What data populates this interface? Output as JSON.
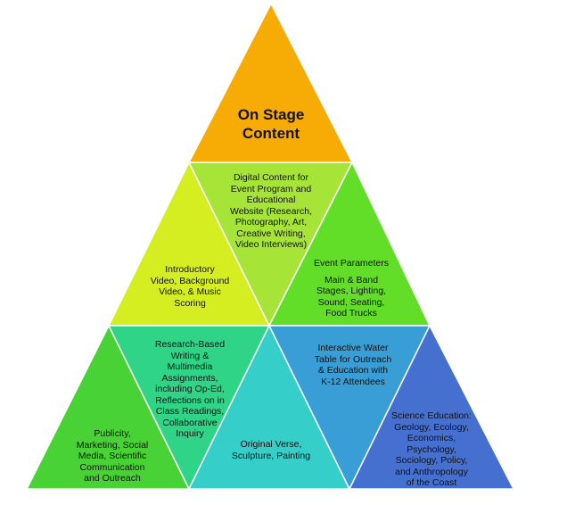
{
  "colors": {
    "top": "#f7ab05",
    "row2_left": "#d5ee22",
    "row2_mid": "#a6e537",
    "row2_right": "#62de28",
    "row3_1": "#49d235",
    "row3_2": "#2fd486",
    "row3_3": "#35cec8",
    "row3_4": "#3a9ed6",
    "row3_5": "#4670d0",
    "stroke": "#ffffff"
  },
  "segments": {
    "top": {
      "lines": [
        "On Stage",
        "Content"
      ]
    },
    "digital_content": {
      "lines": [
        "Digital Content for",
        "Event Program and",
        "Educational",
        "Website (Research,",
        "Photography, Art,",
        "Creative Writing,",
        "Video Interviews)"
      ]
    },
    "intro_video": {
      "lines": [
        "Introductory",
        "Video, Background",
        "Video, & Music",
        "Scoring"
      ]
    },
    "event_parameters": {
      "lines": [
        "Event Parameters",
        "Main & Band",
        "Stages, Lighting,",
        "Sound, Seating,",
        "Food Trucks"
      ]
    },
    "publicity": {
      "lines": [
        "Publicity,",
        "Marketing, Social",
        "Media, Scientific",
        "Communication",
        "and Outreach"
      ]
    },
    "research_writing": {
      "lines": [
        "Research-Based",
        "Writing &",
        "Multimedia",
        "Assignments,",
        "including Op-Ed,",
        "Reflections on in",
        "Class Readings,",
        "Collaborative",
        "Inquiry"
      ]
    },
    "original_verse": {
      "lines": [
        "Original Verse,",
        "Sculpture, Painting"
      ]
    },
    "water_table": {
      "lines": [
        "Interactive Water",
        "Table for Outreach",
        "& Education with",
        "K-12 Attendees"
      ]
    },
    "science_education": {
      "lines": [
        "Science  Education:",
        "Geology, Ecology,",
        "Economics,",
        "Psychology,",
        "Sociology, Policy,",
        "and Anthropology",
        "of the Coast"
      ]
    }
  }
}
